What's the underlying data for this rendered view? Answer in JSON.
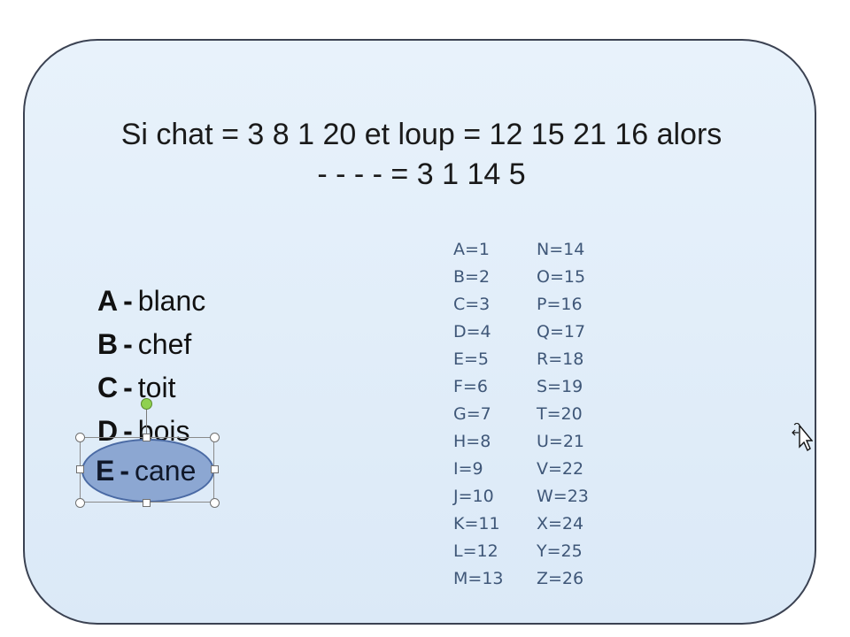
{
  "title": {
    "line1": "Si chat = 3 8 1 20 et loup = 12 15 21 16 alors",
    "line2": "- - - - = 3 1 14 5"
  },
  "answers": [
    {
      "letter": "A",
      "word": "blanc"
    },
    {
      "letter": "B",
      "word": "chef"
    },
    {
      "letter": "C",
      "word": "toit"
    },
    {
      "letter": "D",
      "word": "bois"
    }
  ],
  "selected_answer": {
    "letter": "E",
    "word": "cane"
  },
  "answer_separator": "-",
  "cipher": {
    "column1": [
      "A=1",
      "B=2",
      "C=3",
      "D=4",
      "E=5",
      "F=6",
      "G=7",
      "H=8",
      "I=9",
      "J=10",
      "K=11",
      "L=12",
      "M=13"
    ],
    "column2": [
      "N=14",
      "O=15",
      "P=16",
      "Q=17",
      "R=18",
      "S=19",
      "T=20",
      "U=21",
      "V=22",
      "W=23",
      "X=24",
      "Y=25",
      "Z=26"
    ]
  },
  "colors": {
    "slide_background": "#dbe9f7",
    "slide_border": "#3b4252",
    "ellipse_fill": "#6c8cc4",
    "cipher_text": "#3f5778"
  },
  "icons": {
    "cursor": "move-cursor-icon",
    "rotate": "rotate-handle-icon"
  }
}
